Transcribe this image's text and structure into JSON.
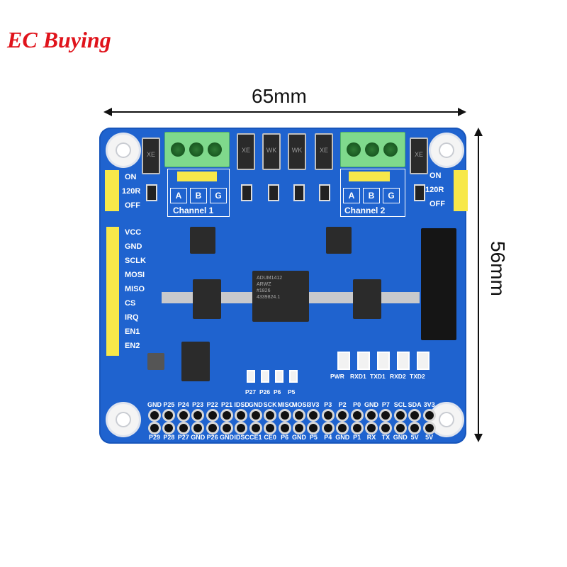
{
  "brand": "EC Buying",
  "dimensions": {
    "width": "65mm",
    "height": "56mm"
  },
  "board": {
    "jumper_left": [
      "ON",
      "120R",
      "OFF"
    ],
    "jumper_right": [
      "ON",
      "120R",
      "OFF"
    ],
    "channel1": {
      "label": "Channel 1",
      "terminals": [
        "A",
        "B",
        "G"
      ]
    },
    "channel2": {
      "label": "Channel 2",
      "terminals": [
        "A",
        "B",
        "G"
      ]
    },
    "diode_marks": [
      "XE",
      "XE",
      "WK",
      "WK",
      "XE",
      "XE"
    ],
    "spi_pins": [
      "VCC",
      "GND",
      "SCLK",
      "MOSI",
      "MISO",
      "CS",
      "IRQ",
      "EN1",
      "EN2"
    ],
    "isolator_chip": [
      "ADUM1412",
      "ARWZ",
      "#1826",
      "4339824.1"
    ],
    "test_pads": [
      "P27",
      "P26",
      "P6",
      "P5"
    ],
    "leds": [
      "PWR",
      "RXD1",
      "TXD1",
      "RXD2",
      "TXD2"
    ],
    "header_top": [
      "GND",
      "P25",
      "P24",
      "P23",
      "P22",
      "P21",
      "IDSD",
      "GND",
      "SCK",
      "MISO",
      "MOSI",
      "3V3",
      "P3",
      "P2",
      "P0",
      "GND",
      "P7",
      "SCL",
      "SDA",
      "3V3"
    ],
    "header_bottom": [
      "P29",
      "P28",
      "P27",
      "GND",
      "P26",
      "GND",
      "IDSC",
      "CE1",
      "CE0",
      "P6",
      "GND",
      "P5",
      "P4",
      "GND",
      "P1",
      "RX",
      "TX",
      "GND",
      "5V",
      "5V"
    ]
  },
  "colors": {
    "brand": "#e0131b",
    "pcb": "#1f63cf",
    "terminal": "#7fd98c"
  }
}
